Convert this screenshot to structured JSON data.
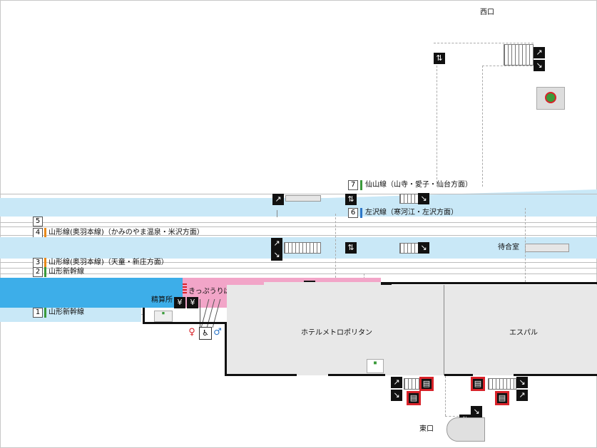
{
  "colors": {
    "platform": "#c9e8f7",
    "concourse_pink": "#f2a5c8",
    "platform_blue": "#3daee9",
    "building": "#e8e8e8",
    "wall": "#111111",
    "track": "#bdbdbd",
    "highlight_red": "#d8232a",
    "senzan_green": "#3a9a3a",
    "yamagata_orange": "#e8891a",
    "shinkansen_green": "#3a9a3a",
    "sazawa_blue": "#2e77c8"
  },
  "exits": {
    "west": "西口",
    "east": "東口"
  },
  "tracks": [
    {
      "number": "7",
      "line": "仙山線（山寺・愛子・仙台方面）",
      "color_key": "senzan_green"
    },
    {
      "number": "6",
      "line": "左沢線（寒河江・左沢方面）",
      "color_key": "sazawa_blue"
    },
    {
      "number": "5",
      "line": ""
    },
    {
      "number": "4",
      "line": "山形線(奥羽本線)（かみのやま温泉・米沢方面）",
      "color_key": "yamagata_orange"
    },
    {
      "number": "3",
      "line": "山形線(奥羽本線)（天童・新庄方面）",
      "color_key": "yamagata_orange"
    },
    {
      "number": "2",
      "line": "山形新幹線",
      "color_key": "shinkansen_green"
    },
    {
      "number": "1",
      "line": "山形新幹線",
      "color_key": "shinkansen_green"
    }
  ],
  "facilities": {
    "waiting_room": "待合室",
    "fare_adjustment": "精算所",
    "ticket_counter": "きっぷうりば",
    "hotel": "ホテルメトロポリタン",
    "mall": "エスパル"
  },
  "icons": [
    "elevator-icon",
    "escalator-icon",
    "stairs-icon",
    "toilet-icon",
    "wheelchair-icon",
    "ticket-machine-icon",
    "atm-icon",
    "shop-logo-icon"
  ]
}
